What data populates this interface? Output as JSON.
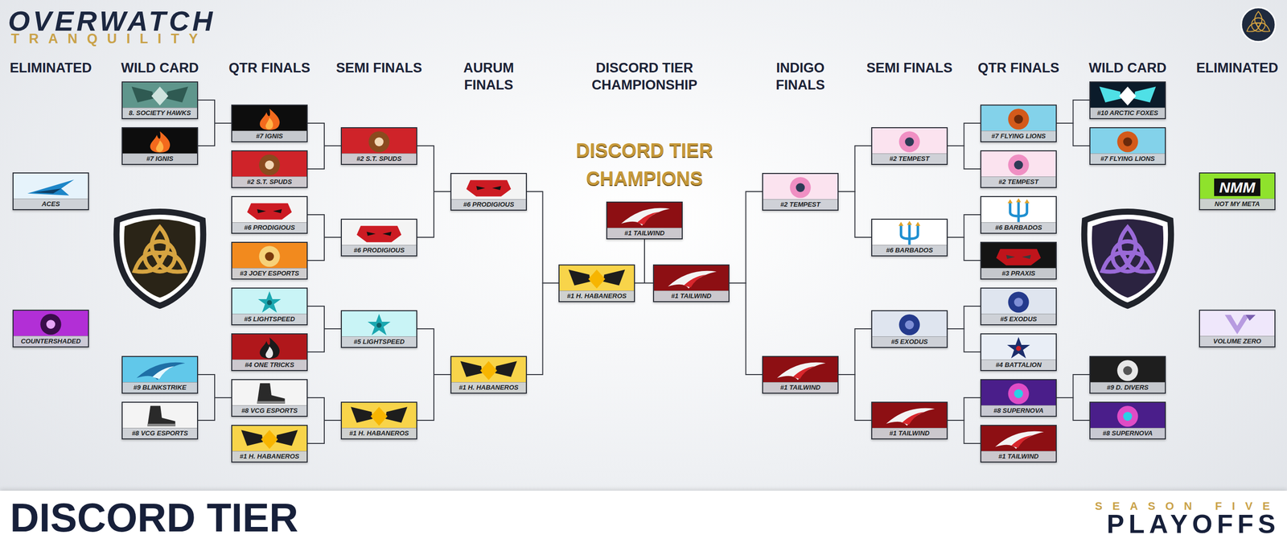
{
  "diagram": {
    "title": "DISCORD TIER",
    "nodes": [
      {
        "text": [
          "ACES"
        ]
      },
      {
        "text": [
          "COUNTERSHADED"
        ]
      },
      {
        "text": [
          "8. SOCIETY HAWKS"
        ]
      },
      {
        "text": [
          "#7 IGNIS"
        ]
      },
      {
        "text": [
          "#9 BLINKSTRIKE"
        ]
      },
      {
        "text": [
          "#8 VCG ESPORTS"
        ]
      },
      {
        "text": [
          "#7 IGNIS"
        ]
      },
      {
        "text": [
          "#2 S.T. SPUDS"
        ]
      },
      {
        "text": [
          "#6 PRODIGIOUS"
        ]
      },
      {
        "text": [
          "#3 JOEY ESPORTS"
        ]
      },
      {
        "text": [
          "#5 LIGHTSPEED"
        ]
      },
      {
        "text": [
          "#4 ONE TRICKS"
        ]
      },
      {
        "text": [
          "#8 VCG ESPORTS"
        ]
      },
      {
        "text": [
          "#1 H. HABANEROS"
        ]
      },
      {
        "text": [
          "#2 S.T. SPUDS"
        ]
      },
      {
        "text": [
          "#6 PRODIGIOUS"
        ]
      },
      {
        "text": [
          "#5 LIGHTSPEED"
        ]
      },
      {
        "text": [
          "#1 H. HABANEROS"
        ]
      },
      {
        "text": [
          "#6 PRODIGIOUS"
        ]
      },
      {
        "text": [
          "#1 H. HABANEROS"
        ]
      },
      {
        "text": [
          "#1 TAILWIND"
        ]
      },
      {
        "text": [
          "#1 H. HABANEROS"
        ]
      },
      {
        "text": [
          "#1 TAILWIND"
        ]
      },
      {
        "text": [
          "#2 TEMPEST"
        ]
      },
      {
        "text": [
          "#1 TAILWIND"
        ]
      },
      {
        "text": [
          "#2 TEMPEST"
        ]
      },
      {
        "text": [
          "#6 BARBADOS"
        ]
      },
      {
        "text": [
          "#5 EXODUS"
        ]
      },
      {
        "text": [
          "#1 TAILWIND"
        ]
      },
      {
        "text": [
          "#7 FLYING LIONS"
        ]
      },
      {
        "text": [
          "#2 TEMPEST"
        ]
      },
      {
        "text": [
          "#6 BARBADOS"
        ]
      },
      {
        "text": [
          "#3 PRAXIS"
        ]
      },
      {
        "text": [
          "#5 EXODUS"
        ]
      },
      {
        "text": [
          "#4 BATTALION"
        ]
      },
      {
        "text": [
          "#8 SUPERNOVA"
        ]
      },
      {
        "text": [
          "#1 TAILWIND"
        ]
      },
      {
        "text": [
          "#10 ARCTIC FOXES"
        ]
      },
      {
        "text": [
          "#7 FLYING LIONS"
        ]
      },
      {
        "text": [
          "#9 D. DIVERS"
        ]
      },
      {
        "text": [
          "#8 SUPERNOVA"
        ]
      },
      {
        "text": [
          "NMM",
          "NOT MY META"
        ]
      },
      {
        "text": [
          "VOLUME ZERO"
        ]
      }
    ],
    "edges": [
      {
        "from": 2,
        "to": 6,
        "arrow": "none"
      },
      {
        "from": 3,
        "to": 6,
        "arrow": "none"
      },
      {
        "from": 4,
        "to": 12,
        "arrow": "none"
      },
      {
        "from": 5,
        "to": 12,
        "arrow": "none"
      },
      {
        "from": 6,
        "to": 14,
        "arrow": "none"
      },
      {
        "from": 7,
        "to": 14,
        "arrow": "none"
      },
      {
        "from": 8,
        "to": 15,
        "arrow": "none"
      },
      {
        "from": 9,
        "to": 15,
        "arrow": "none"
      },
      {
        "from": 10,
        "to": 16,
        "arrow": "none"
      },
      {
        "from": 11,
        "to": 16,
        "arrow": "none"
      },
      {
        "from": 12,
        "to": 17,
        "arrow": "none"
      },
      {
        "from": 13,
        "to": 17,
        "arrow": "none"
      },
      {
        "from": 14,
        "to": 18,
        "arrow": "none"
      },
      {
        "from": 15,
        "to": 18,
        "arrow": "none"
      },
      {
        "from": 16,
        "to": 19,
        "arrow": "none"
      },
      {
        "from": 17,
        "to": 19,
        "arrow": "none"
      },
      {
        "from": 18,
        "to": 21,
        "arrow": "none"
      },
      {
        "from": 19,
        "to": 21,
        "arrow": "none"
      },
      {
        "from": 21,
        "to": 20,
        "arrow": "none"
      },
      {
        "from": 22,
        "to": 20,
        "arrow": "none"
      },
      {
        "from": 23,
        "to": 22,
        "arrow": "none"
      },
      {
        "from": 24,
        "to": 22,
        "arrow": "none"
      },
      {
        "from": 25,
        "to": 23,
        "arrow": "none"
      },
      {
        "from": 26,
        "to": 23,
        "arrow": "none"
      },
      {
        "from": 27,
        "to": 24,
        "arrow": "none"
      },
      {
        "from": 28,
        "to": 24,
        "arrow": "none"
      },
      {
        "from": 29,
        "to": 25,
        "arrow": "none"
      },
      {
        "from": 30,
        "to": 25,
        "arrow": "none"
      },
      {
        "from": 31,
        "to": 26,
        "arrow": "none"
      },
      {
        "from": 32,
        "to": 26,
        "arrow": "none"
      },
      {
        "from": 33,
        "to": 27,
        "arrow": "none"
      },
      {
        "from": 34,
        "to": 27,
        "arrow": "none"
      },
      {
        "from": 35,
        "to": 28,
        "arrow": "none"
      },
      {
        "from": 36,
        "to": 28,
        "arrow": "none"
      },
      {
        "from": 37,
        "to": 29,
        "arrow": "none"
      },
      {
        "from": 38,
        "to": 29,
        "arrow": "none"
      },
      {
        "from": 39,
        "to": 35,
        "arrow": "none"
      },
      {
        "from": 40,
        "to": 35,
        "arrow": "none"
      }
    ],
    "labels": [
      "OVERWATCH",
      "TRANQUILITY",
      "ELIMINATED",
      "WILD CARD",
      "QTR FINALS",
      "SEMI FINALS",
      "AURUM FINALS",
      "DISCORD TIER CHAMPIONSHIP",
      "INDIGO FINALS",
      "SEMI FINALS",
      "QTR FINALS",
      "WILD CARD",
      "ELIMINATED",
      "DISCORD TIER CHAMPIONS",
      "SEASON FIVE",
      "PLAYOFFS"
    ]
  }
}
